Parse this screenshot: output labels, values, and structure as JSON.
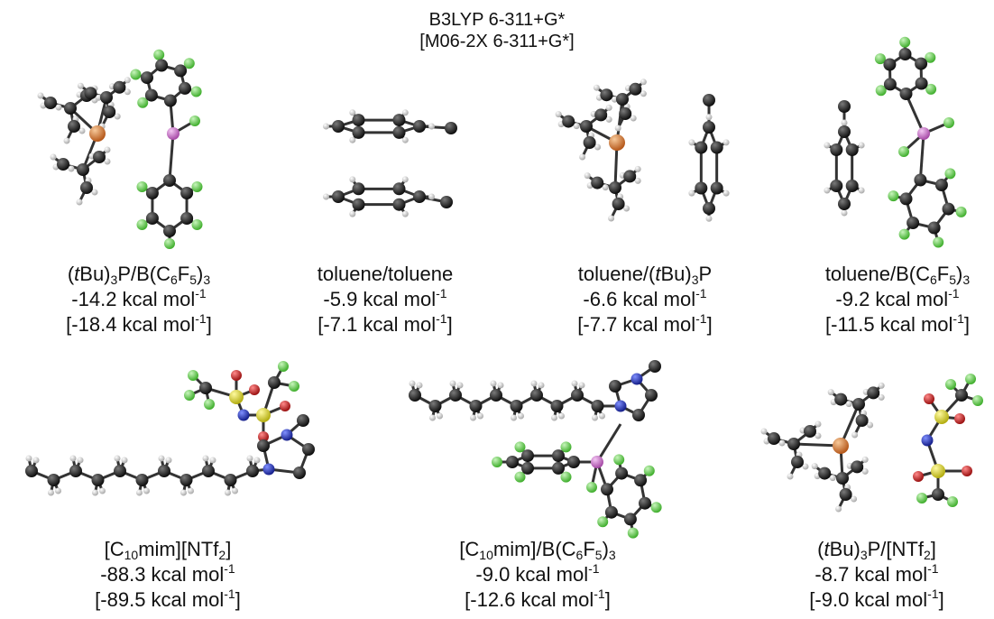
{
  "header": {
    "method_line": "B3LYP 6-311+G*",
    "alt_method_line": "[M06-2X 6-311+G*]"
  },
  "complexes": [
    {
      "name": "(tBu)3P/B(C6F5)3",
      "name_parts": [
        [
          "(",
          ""
        ],
        [
          "t",
          "i"
        ],
        [
          "Bu)",
          ""
        ],
        [
          "3",
          "sub"
        ],
        [
          "P/B(C",
          ""
        ],
        [
          "6",
          "sub"
        ],
        [
          "F",
          ""
        ],
        [
          "5",
          "sub"
        ],
        [
          ")",
          ""
        ],
        [
          "3",
          "sub"
        ]
      ],
      "energy": "-14.2 kcal mol-1",
      "energy_value": "-14.2",
      "energy_alt": "[-18.4 kcal mol-1]",
      "energy_alt_value": "-18.4"
    },
    {
      "name": "toluene/toluene",
      "name_parts": [
        [
          "toluene/toluene",
          ""
        ]
      ],
      "energy": "-5.9 kcal mol-1",
      "energy_value": "-5.9",
      "energy_alt": "[-7.1 kcal mol-1]",
      "energy_alt_value": "-7.1"
    },
    {
      "name": "toluene/(tBu)3P",
      "name_parts": [
        [
          "toluene/(",
          ""
        ],
        [
          "t",
          "i"
        ],
        [
          "Bu)",
          ""
        ],
        [
          "3",
          "sub"
        ],
        [
          "P",
          ""
        ]
      ],
      "energy": "-6.6 kcal mol-1",
      "energy_value": "-6.6",
      "energy_alt": "[-7.7 kcal mol-1]",
      "energy_alt_value": "-7.7"
    },
    {
      "name": "toluene/B(C6F5)3",
      "name_parts": [
        [
          "toluene/B(C",
          ""
        ],
        [
          "6",
          "sub"
        ],
        [
          "F",
          ""
        ],
        [
          "5",
          "sub"
        ],
        [
          ")",
          ""
        ],
        [
          "3",
          "sub"
        ]
      ],
      "energy": "-9.2 kcal mol-1",
      "energy_value": "-9.2",
      "energy_alt": "[-11.5 kcal mol-1]",
      "energy_alt_value": "-11.5"
    },
    {
      "name": "[C10mim][NTf2]",
      "name_parts": [
        [
          "[C",
          ""
        ],
        [
          "10",
          "sub"
        ],
        [
          "mim][NTf",
          ""
        ],
        [
          "2",
          "sub"
        ],
        [
          "]",
          ""
        ]
      ],
      "energy": "-88.3 kcal mol-1",
      "energy_value": "-88.3",
      "energy_alt": "[-89.5 kcal mol-1]",
      "energy_alt_value": "-89.5"
    },
    {
      "name": "[C10mim]/B(C6F5)3",
      "name_parts": [
        [
          "[C",
          ""
        ],
        [
          "10",
          "sub"
        ],
        [
          "mim]/B(C",
          ""
        ],
        [
          "6",
          "sub"
        ],
        [
          "F",
          ""
        ],
        [
          "5",
          "sub"
        ],
        [
          ")",
          ""
        ],
        [
          "3",
          "sub"
        ]
      ],
      "energy": "-9.0 kcal mol-1",
      "energy_value": "-9.0",
      "energy_alt": "[-12.6 kcal mol-1]",
      "energy_alt_value": "-12.6"
    },
    {
      "name": "(tBu)3P/[NTf2]",
      "name_parts": [
        [
          "(",
          ""
        ],
        [
          "t",
          "i"
        ],
        [
          "Bu)",
          ""
        ],
        [
          "3",
          "sub"
        ],
        [
          "P/[NTf",
          ""
        ],
        [
          "2",
          "sub"
        ],
        [
          "]",
          ""
        ]
      ],
      "energy": "-8.7 kcal mol-1",
      "energy_value": "-8.7",
      "energy_alt": "[-9.0 kcal mol-1]",
      "energy_alt_value": "-9.0"
    }
  ],
  "energy_unit": "kcal mol",
  "energy_unit_exp": "-1",
  "atom_colors": {
    "C": "#1a1a1a",
    "H": "#e6e6e6",
    "F": "#7ddc6a",
    "P": "#e0873a",
    "B": "#d77ad6",
    "N": "#2f3ecf",
    "O": "#d42a2a",
    "S": "#e6e02a"
  },
  "bond_color": "#333333"
}
